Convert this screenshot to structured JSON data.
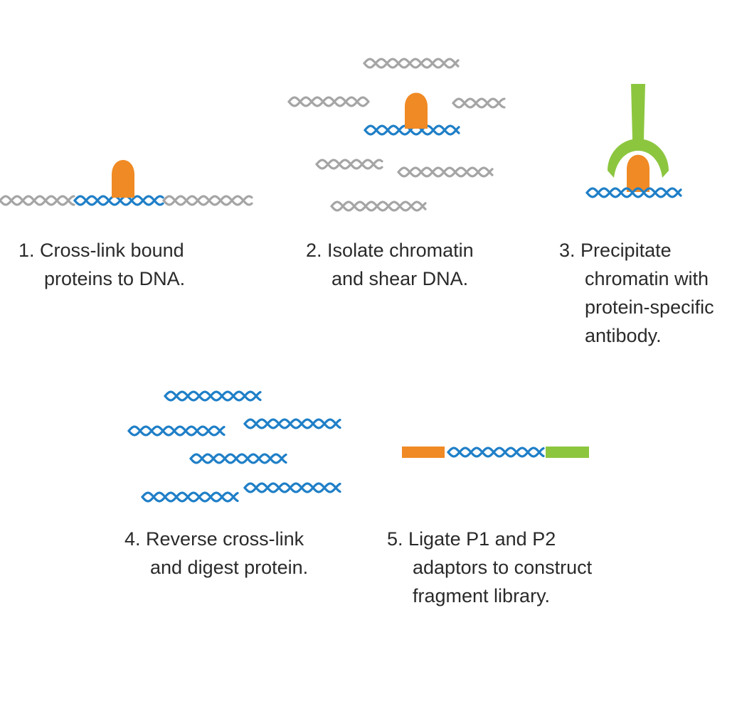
{
  "colors": {
    "dna_gray": "#a5a5a5",
    "dna_blue": "#1f7fc7",
    "protein_orange": "#f08a24",
    "antibody_green": "#8cc63f",
    "adaptor_p1": "#f08a24",
    "adaptor_p2": "#8cc63f",
    "text": "#2a2a2a"
  },
  "steps": [
    {
      "number": "1.",
      "lines": [
        "Cross-link bound",
        "proteins to DNA."
      ]
    },
    {
      "number": "2.",
      "lines": [
        "Isolate chromatin",
        "and shear DNA."
      ]
    },
    {
      "number": "3.",
      "lines": [
        "Precipitate",
        "chromatin with",
        "protein-specific",
        "antibody."
      ]
    },
    {
      "number": "4.",
      "lines": [
        "Reverse cross-link",
        "and digest protein."
      ]
    },
    {
      "number": "5.",
      "lines": [
        "Ligate P1 and P2",
        "adaptors to construct",
        "fragment library."
      ]
    }
  ]
}
